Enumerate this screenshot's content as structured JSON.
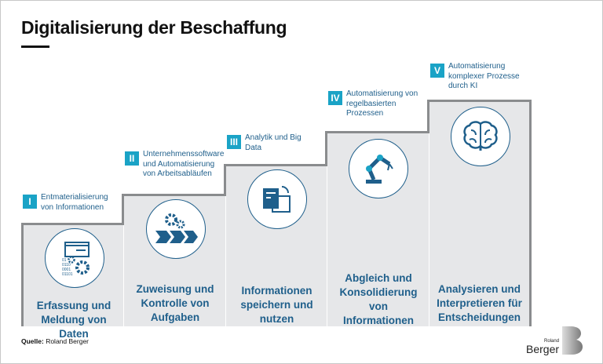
{
  "title": "Digitalisierung der Beschaffung",
  "steps": [
    {
      "numeral": "I",
      "label": "Entmaterialisierung\nvon Informationen",
      "title": "Erfassung und Meldung von Daten",
      "icon": "document-gears-binary-icon"
    },
    {
      "numeral": "II",
      "label": "Unternehmenssoftware\nund Automatisierung\nvon Arbeitsabläufen",
      "title": "Zuweisung und Kontrolle von Aufgaben",
      "icon": "gears-chevrons-icon"
    },
    {
      "numeral": "III",
      "label": "Analytik und Big\nData",
      "title": "Informationen speichern und nutzen",
      "icon": "database-transfer-icon"
    },
    {
      "numeral": "IV",
      "label": "Automatisierung von\nregelbasierten\nProzessen",
      "title": "Abgleich und Konsolidierung von Informationen",
      "icon": "robot-arm-icon"
    },
    {
      "numeral": "V",
      "label": "Automatisierung\nkomplexer Prozesse\ndurch KI",
      "title": "Analysieren und Interpretieren für Entscheidungen",
      "icon": "brain-icon"
    }
  ],
  "source_label": "Quelle:",
  "source_value": "Roland Berger",
  "logo": {
    "line1": "Roland",
    "line2": "Berger"
  },
  "colors": {
    "accent": "#1aa3c6",
    "text": "#1f5f8b",
    "step_bg": "#e6e7e9",
    "step_line": "#8a8c8e"
  }
}
